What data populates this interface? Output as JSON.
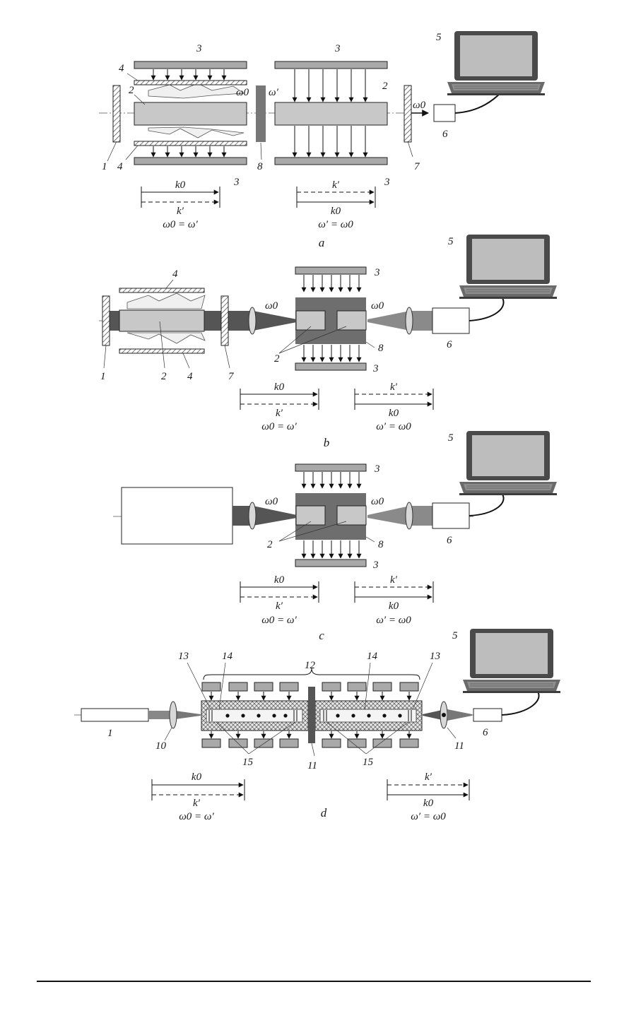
{
  "panels": {
    "a": {
      "caption": "a",
      "labels": {
        "n1": "1",
        "n2a": "2",
        "n2b": "2",
        "n3a": "3",
        "n3b": "3",
        "n3c": "3",
        "n3d": "3",
        "n4a": "4",
        "n4b": "4",
        "n5": "5",
        "n6": "6",
        "n7": "7",
        "n8": "8",
        "w0a": "ω0",
        "wprime": "ω′",
        "w0b": "ω0"
      },
      "legend_left": {
        "top": "k0",
        "bottom": "k′",
        "eq": "ω0 = ω′"
      },
      "legend_right": {
        "top": "k′",
        "bottom": "k0",
        "eq": "ω′ = ω0"
      }
    },
    "b": {
      "caption": "b",
      "labels": {
        "n1": "1",
        "n2a": "2",
        "n2b": "2",
        "n3a": "3",
        "n3b": "3",
        "n4a": "4",
        "n4b": "4",
        "n5": "5",
        "n6": "6",
        "n7": "7",
        "n8": "8",
        "w0a": "ω0",
        "w0b": "ω0"
      },
      "legend_left": {
        "top": "k0",
        "bottom": "k′",
        "eq": "ω0 = ω′"
      },
      "legend_right": {
        "top": "k′",
        "bottom": "k0",
        "eq": "ω′ = ω0"
      }
    },
    "c": {
      "caption": "c",
      "labels": {
        "n2": "2",
        "n3a": "3",
        "n3b": "3",
        "n5": "5",
        "n6": "6",
        "n8": "8",
        "w0a": "ω0",
        "w0b": "ω0"
      },
      "legend_left": {
        "top": "k0",
        "bottom": "k′",
        "eq": "ω0 = ω′"
      },
      "legend_right": {
        "top": "k′",
        "bottom": "k0",
        "eq": "ω′ = ω0"
      }
    },
    "d": {
      "caption": "d",
      "labels": {
        "n1": "1",
        "n5": "5",
        "n6": "6",
        "n10": "10",
        "n11a": "11",
        "n11b": "11",
        "n12": "12",
        "n13a": "13",
        "n13b": "13",
        "n14a": "14",
        "n14b": "14",
        "n15a": "15",
        "n15b": "15"
      },
      "legend_left": {
        "top": "k0",
        "bottom": "k′",
        "eq": "ω0 = ω′"
      },
      "legend_right": {
        "top": "k′",
        "bottom": "k0",
        "eq": "ω′ = ω0"
      }
    }
  }
}
